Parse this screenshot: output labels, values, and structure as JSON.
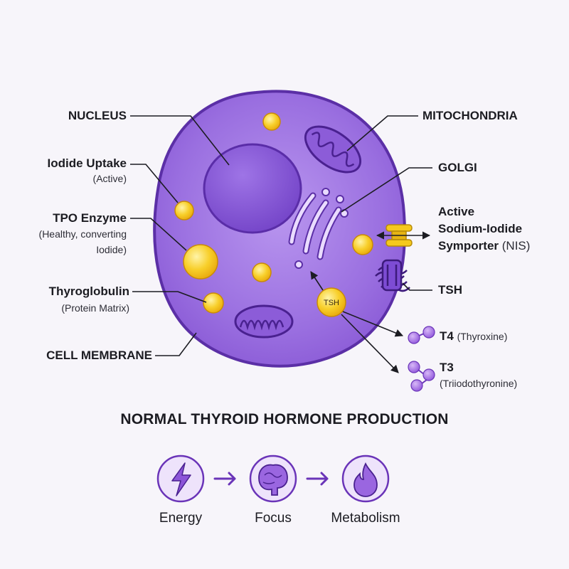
{
  "title": "NORMAL THYROID HORMONE PRODUCTION",
  "labels": {
    "nucleus": "NUCLEUS",
    "iodide_uptake": "Iodide Uptake",
    "iodide_uptake_sub": "(Active)",
    "tpo_enzyme": "TPO Enzyme",
    "tpo_sub_1": "(Healthy, converting",
    "tpo_sub_2": "Iodide)",
    "thyroglobulin": "Thyroglobulin",
    "thyroglobulin_sub": "(Protein Matrix)",
    "cell_membrane": "CELL MEMBRANE",
    "mitochondria": "MITOCHONDRIA",
    "golgi": "GOLGI",
    "nis_1": "Active",
    "nis_2": "Sodium-Iodide",
    "nis_3": "Symporter",
    "nis_3_sub": "(NIS)",
    "tsh": "TSH",
    "tsh_bubble": "TSH",
    "t4": "T4",
    "t4_sub": "(Thyroxine)",
    "t3": "T3",
    "t3_sub": "(Triiodothyronine)"
  },
  "flow": {
    "items": [
      {
        "label": "Energy",
        "icon": "lightning-icon"
      },
      {
        "label": "Focus",
        "icon": "brain-icon"
      },
      {
        "label": "Metabolism",
        "icon": "flame-icon"
      }
    ]
  },
  "colors": {
    "background": "#f7f5fa",
    "cell_fill": "#9b6fe0",
    "cell_stroke": "#5b2fa6",
    "nucleus": "#7e4fd0",
    "granule": "#f7c51e",
    "text": "#1c1c22"
  }
}
